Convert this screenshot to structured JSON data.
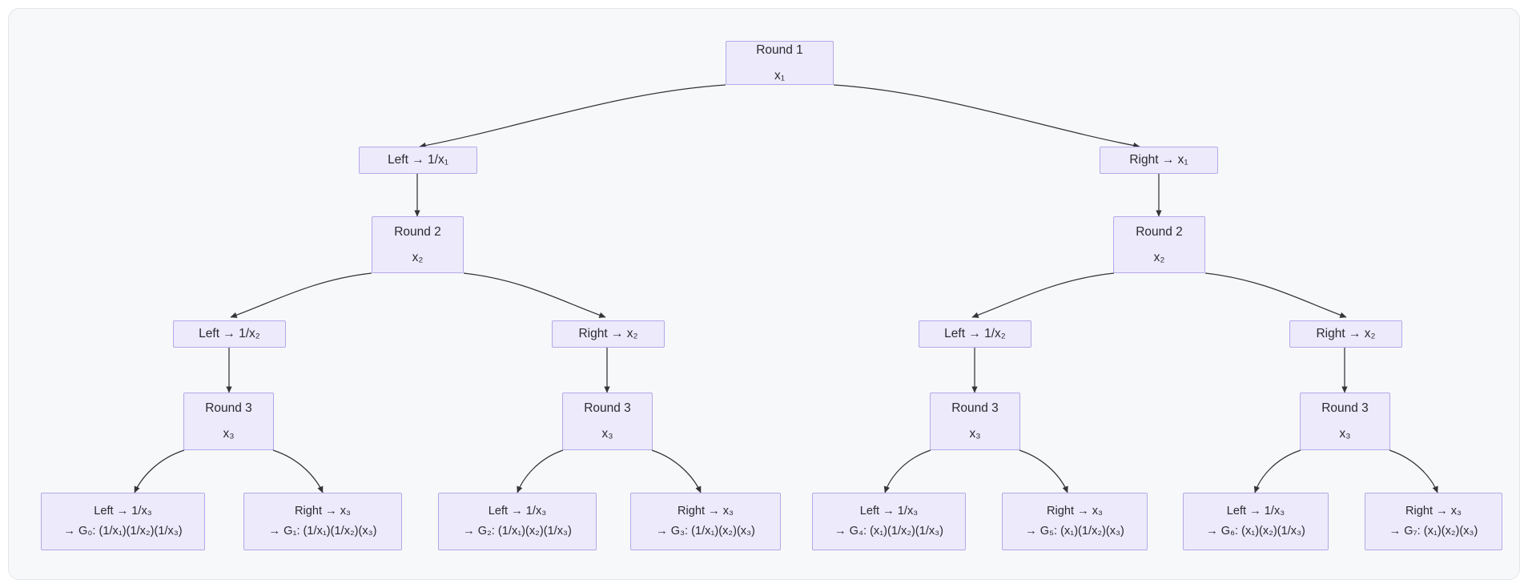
{
  "diagram": {
    "type": "binary-decision-tree",
    "colors": {
      "canvas": "#f7f8fa",
      "canvas_border": "#e3e5e8",
      "node_fill": "#eceafb",
      "node_border": "#b5a8e8",
      "edge": "#333338",
      "text": "#2b2b30"
    },
    "nodes": {
      "round1": {
        "line1": "Round 1",
        "line2": "x₁"
      },
      "root_left": {
        "line1": "Left → 1/x₁"
      },
      "root_right": {
        "line1": "Right → x₁"
      },
      "round2_a": {
        "line1": "Round 2",
        "line2": "x₂"
      },
      "round2_b": {
        "line1": "Round 2",
        "line2": "x₂"
      },
      "r2a_left": {
        "line1": "Left → 1/x₂"
      },
      "r2a_right": {
        "line1": "Right → x₂"
      },
      "r2b_left": {
        "line1": "Left → 1/x₂"
      },
      "r2b_right": {
        "line1": "Right → x₂"
      },
      "round3_1": {
        "line1": "Round 3",
        "line2": "x₃"
      },
      "round3_2": {
        "line1": "Round 3",
        "line2": "x₃"
      },
      "round3_3": {
        "line1": "Round 3",
        "line2": "x₃"
      },
      "round3_4": {
        "line1": "Round 3",
        "line2": "x₃"
      },
      "leaf_g0": {
        "line1": "Left → 1/x₃",
        "line2": "→ G₀: (1/x₁)(1/x₂)(1/x₃)"
      },
      "leaf_g1": {
        "line1": "Right → x₃",
        "line2": "→ G₁: (1/x₁)(1/x₂)(x₃)"
      },
      "leaf_g2": {
        "line1": "Left → 1/x₃",
        "line2": "→ G₂: (1/x₁)(x₂)(1/x₃)"
      },
      "leaf_g3": {
        "line1": "Right → x₃",
        "line2": "→ G₃: (1/x₁)(x₂)(x₃)"
      },
      "leaf_g4": {
        "line1": "Left → 1/x₃",
        "line2": "→ G₄: (x₁)(1/x₂)(1/x₃)"
      },
      "leaf_g5": {
        "line1": "Right → x₃",
        "line2": "→ G₅: (x₁)(1/x₂)(x₃)"
      },
      "leaf_g6": {
        "line1": "Left → 1/x₃",
        "line2": "→ G₆: (x₁)(x₂)(1/x₃)"
      },
      "leaf_g7": {
        "line1": "Right → x₃",
        "line2": "→ G₇: (x₁)(x₂)(x₃)"
      }
    }
  }
}
